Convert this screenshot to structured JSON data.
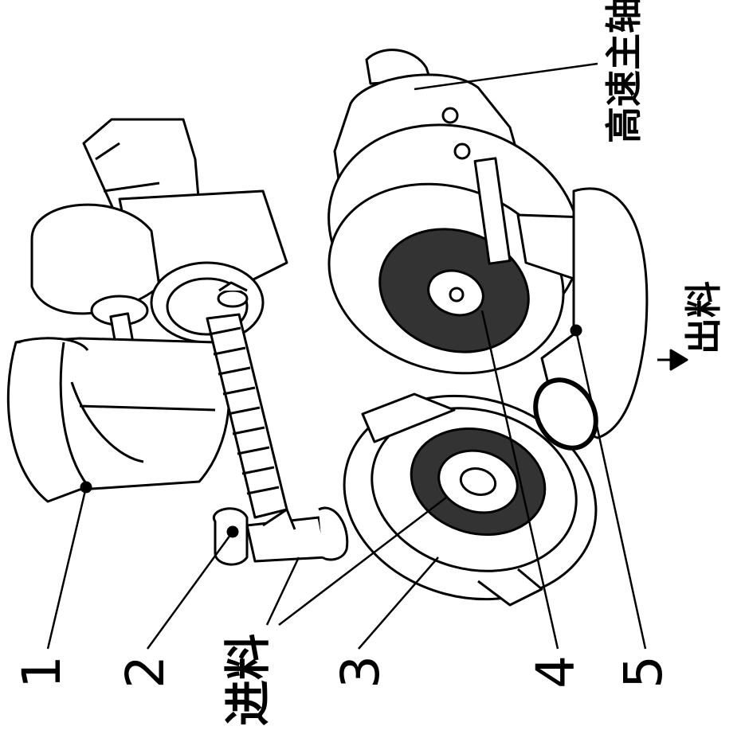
{
  "labels": {
    "part_1": "1",
    "part_2": "2",
    "part_3": "3",
    "part_4": "4",
    "part_5": "5",
    "feed": "进料",
    "discharge": "出料",
    "spindle": "高速主轴"
  },
  "colors": {
    "line": "#000000",
    "fill": "#ffffff",
    "shade": "#e6e6e6"
  }
}
